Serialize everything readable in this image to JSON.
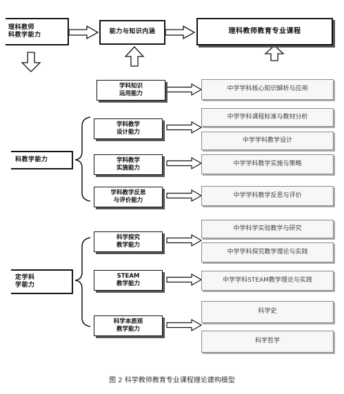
{
  "top": {
    "competency": "理科教师\n科教学能力",
    "connotation": "能力与知识内涵",
    "curriculum": "理科教师教育专业课程"
  },
  "knowledge": {
    "ability": "学科知识\n运用能力",
    "course": "中学学科核心知识解析与应用"
  },
  "teaching": {
    "group_label": "科教学能力",
    "design": {
      "ability": "学科教学\n设计能力",
      "courses": [
        "中学学科课程标准与教材分析",
        "中学学科教学设计"
      ]
    },
    "implement": {
      "ability": "学科教学\n实施能力",
      "course": "中学学科教学实施与策略"
    },
    "reflect": {
      "ability": "学科教学反思\n与评价能力",
      "course": "中学学科教学反思与评价"
    }
  },
  "specific": {
    "group_label": "定学科\n学能力",
    "inquiry": {
      "ability": "科学探究\n教学能力",
      "courses": [
        "中学科学实验教学与研究",
        "中学学科探究教学理论与实践"
      ]
    },
    "steam": {
      "ability": "STEAM\n教学能力",
      "course": "中学学科STEAM教学理论与实践"
    },
    "nature": {
      "ability": "科学本质观\n教学能力",
      "courses": [
        "科学史",
        "科学哲学"
      ]
    }
  },
  "caption": "图 2  科学教师教育专业课程理论建构模型"
}
